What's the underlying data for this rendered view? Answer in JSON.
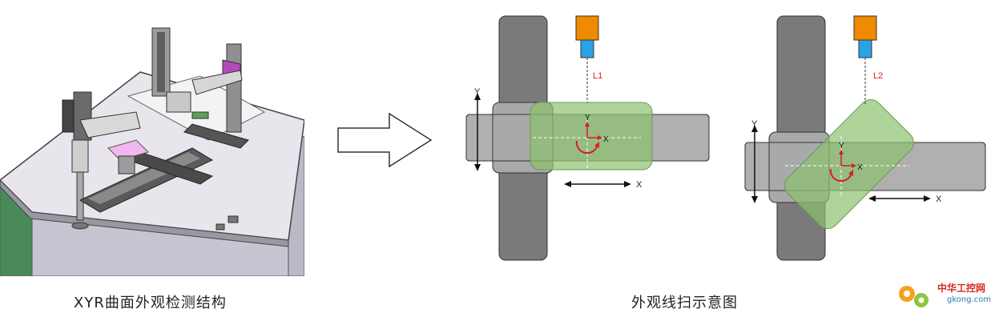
{
  "captions": {
    "left": "XYR曲面外观检测结构",
    "right": "外观线扫示意图"
  },
  "diagram1": {
    "sensor_label": "L1",
    "axis_y": "Y",
    "axis_x": "X",
    "motion_y": "Y",
    "motion_x": "X"
  },
  "diagram2": {
    "sensor_label": "L2",
    "axis_y": "Y",
    "axis_x": "X",
    "motion_y": "Y",
    "motion_x": "X"
  },
  "watermark": {
    "line1": "中华工控网",
    "line2": "gkong.com"
  },
  "colors": {
    "dark_gray": "#7a7a7a",
    "light_gray": "#b0b0b0",
    "green": "#8dc26f",
    "sensor_orange": "#f08a00",
    "sensor_blue": "#2aa3e6",
    "label_red": "#d81e1e",
    "gear_orange": "#f4a21d",
    "gear_green": "#8cc63f"
  }
}
